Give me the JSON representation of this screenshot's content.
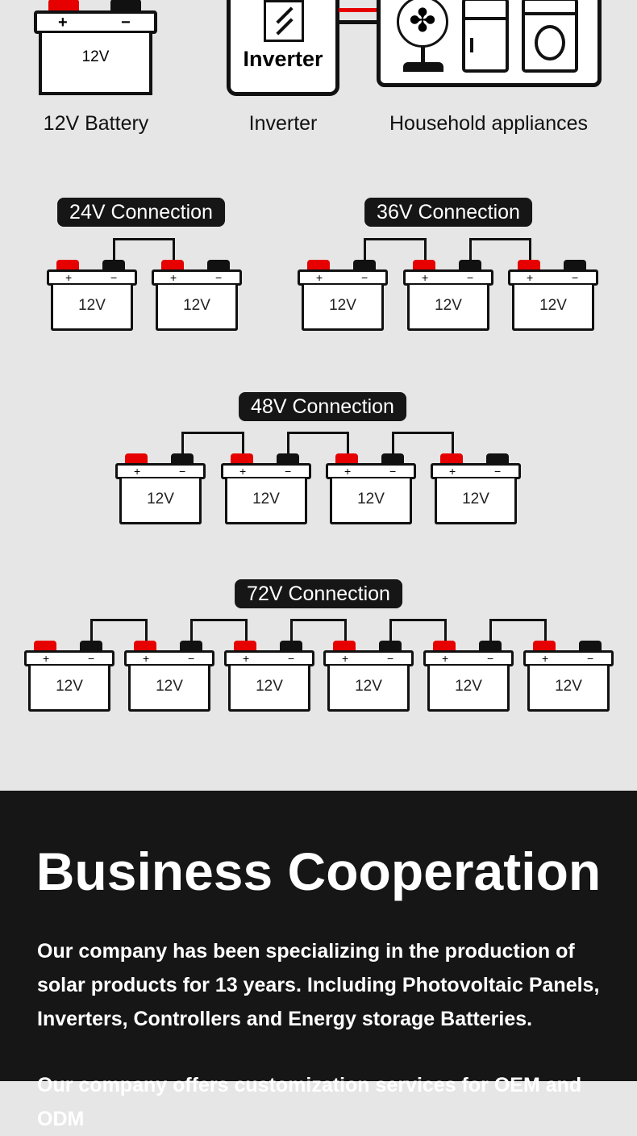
{
  "intro": {
    "battery_label": "12V Battery",
    "battery_voltage": "12V",
    "inverter_label": "Inverter",
    "inverter_box_text": "Inverter",
    "appliances_label": "Household appliances"
  },
  "terminals": {
    "plus": "+",
    "minus": "−"
  },
  "connections": [
    {
      "title": "24V Connection",
      "battery_count": 2,
      "battery_label": "12V"
    },
    {
      "title": "36V Connection",
      "battery_count": 3,
      "battery_label": "12V"
    },
    {
      "title": "48V Connection",
      "battery_count": 4,
      "battery_label": "12V"
    },
    {
      "title": "72V Connection",
      "battery_count": 6,
      "battery_label": "12V"
    }
  ],
  "business": {
    "title": "Business Cooperation",
    "paragraph1": "Our company has been specializing in the production of solar products for 13 years. Including Photovoltaic Panels, Inverters, Controllers and Energy storage Batteries.",
    "paragraph2": "Our company offers customization services for OEM and ODM"
  },
  "colors": {
    "positive": "#e60000",
    "negative": "#111111",
    "dark_bg": "#161616",
    "light_bg": "#e6e6e6"
  }
}
